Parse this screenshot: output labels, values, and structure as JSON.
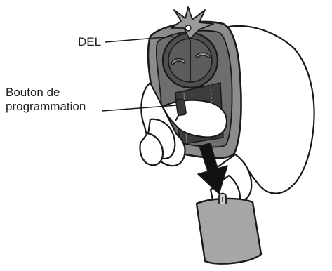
{
  "labels": {
    "led": "DEL",
    "programming_button_line1": "Bouton de",
    "programming_button_line2": "programmation"
  },
  "colors": {
    "outline": "#1a1a1a",
    "remote_body": "#8c8c8c",
    "remote_face": "#5e5e5e",
    "skin": "#ffffff",
    "flash": "#9a9a9a",
    "arrow": "#111111",
    "battery_cover": "#a6a6a6"
  },
  "icons": [
    "led-flash-icon",
    "down-arrow-icon"
  ]
}
